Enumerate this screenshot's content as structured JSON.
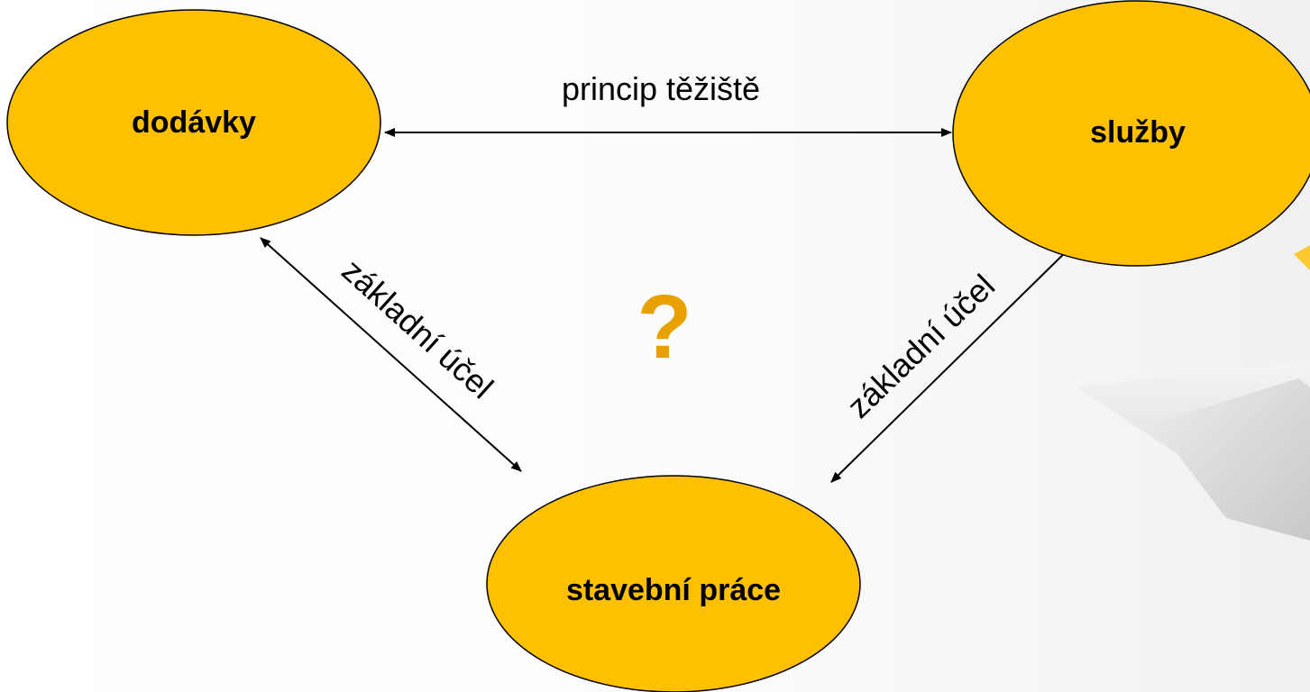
{
  "colors": {
    "node_fill": "#FFC000",
    "node_stroke": "#000000",
    "text": "#000000",
    "question_mark": "#E8A100",
    "arrow": "#000000"
  },
  "nodes": {
    "dodavky": "dodávky",
    "sluzby": "služby",
    "stavebni_prace": "stavební práce"
  },
  "edges": {
    "top": "princip těžiště",
    "left": "základní účel",
    "right": "základní účel"
  },
  "center_mark": "?"
}
